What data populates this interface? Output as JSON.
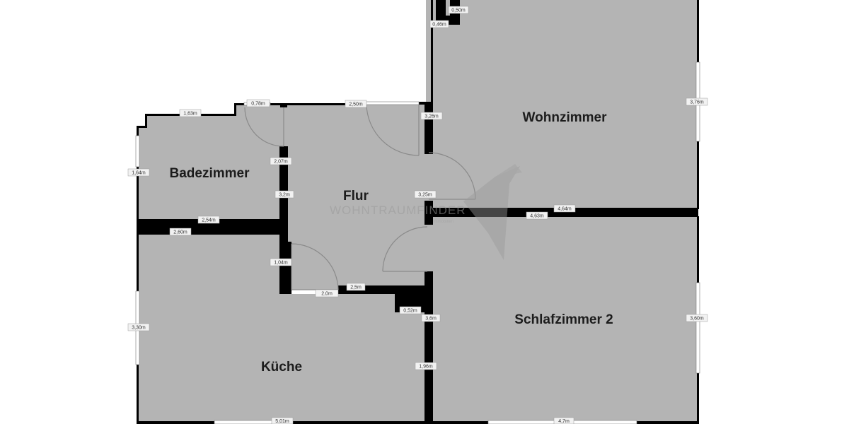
{
  "colors": {
    "floor": "#b4b4b4",
    "wall": "#000000",
    "door_line": "#8a8a8a",
    "watermark": "#9a9a9a"
  },
  "rooms": {
    "wohnzimmer": "Wohnzimmer",
    "badezimmer": "Badezimmer",
    "flur": "Flur",
    "kueche": "Küche",
    "schlafzimmer": "Schlafzimmer 2"
  },
  "watermark": {
    "text": "WOHNTRAUMFINDER",
    "subtext": "Immobilien",
    "icon": "origami-bird-icon"
  },
  "dimensions": {
    "d_050": "0,50m",
    "d_046": "0,46m",
    "d_163": "1,63m",
    "d_078": "0,78m",
    "d_250": "2,50m",
    "d_326": "3,26m",
    "d_376": "3,76m",
    "d_164": "1,64m",
    "d_207": "2,07m",
    "d_32": "3,2m",
    "d_325": "3,25m",
    "d_464": "4,64m",
    "d_463": "4,63m",
    "d_254": "2,54m",
    "d_260": "2,60m",
    "d_104": "1,04m",
    "d_25": "2,5m",
    "d_20": "2,0m",
    "d_052": "0,52m",
    "d_36": "3,6m",
    "d_330": "3,30m",
    "d_360": "3,60m",
    "d_196": "1,96m",
    "d_501": "5,01m",
    "d_47": "4,7m"
  }
}
